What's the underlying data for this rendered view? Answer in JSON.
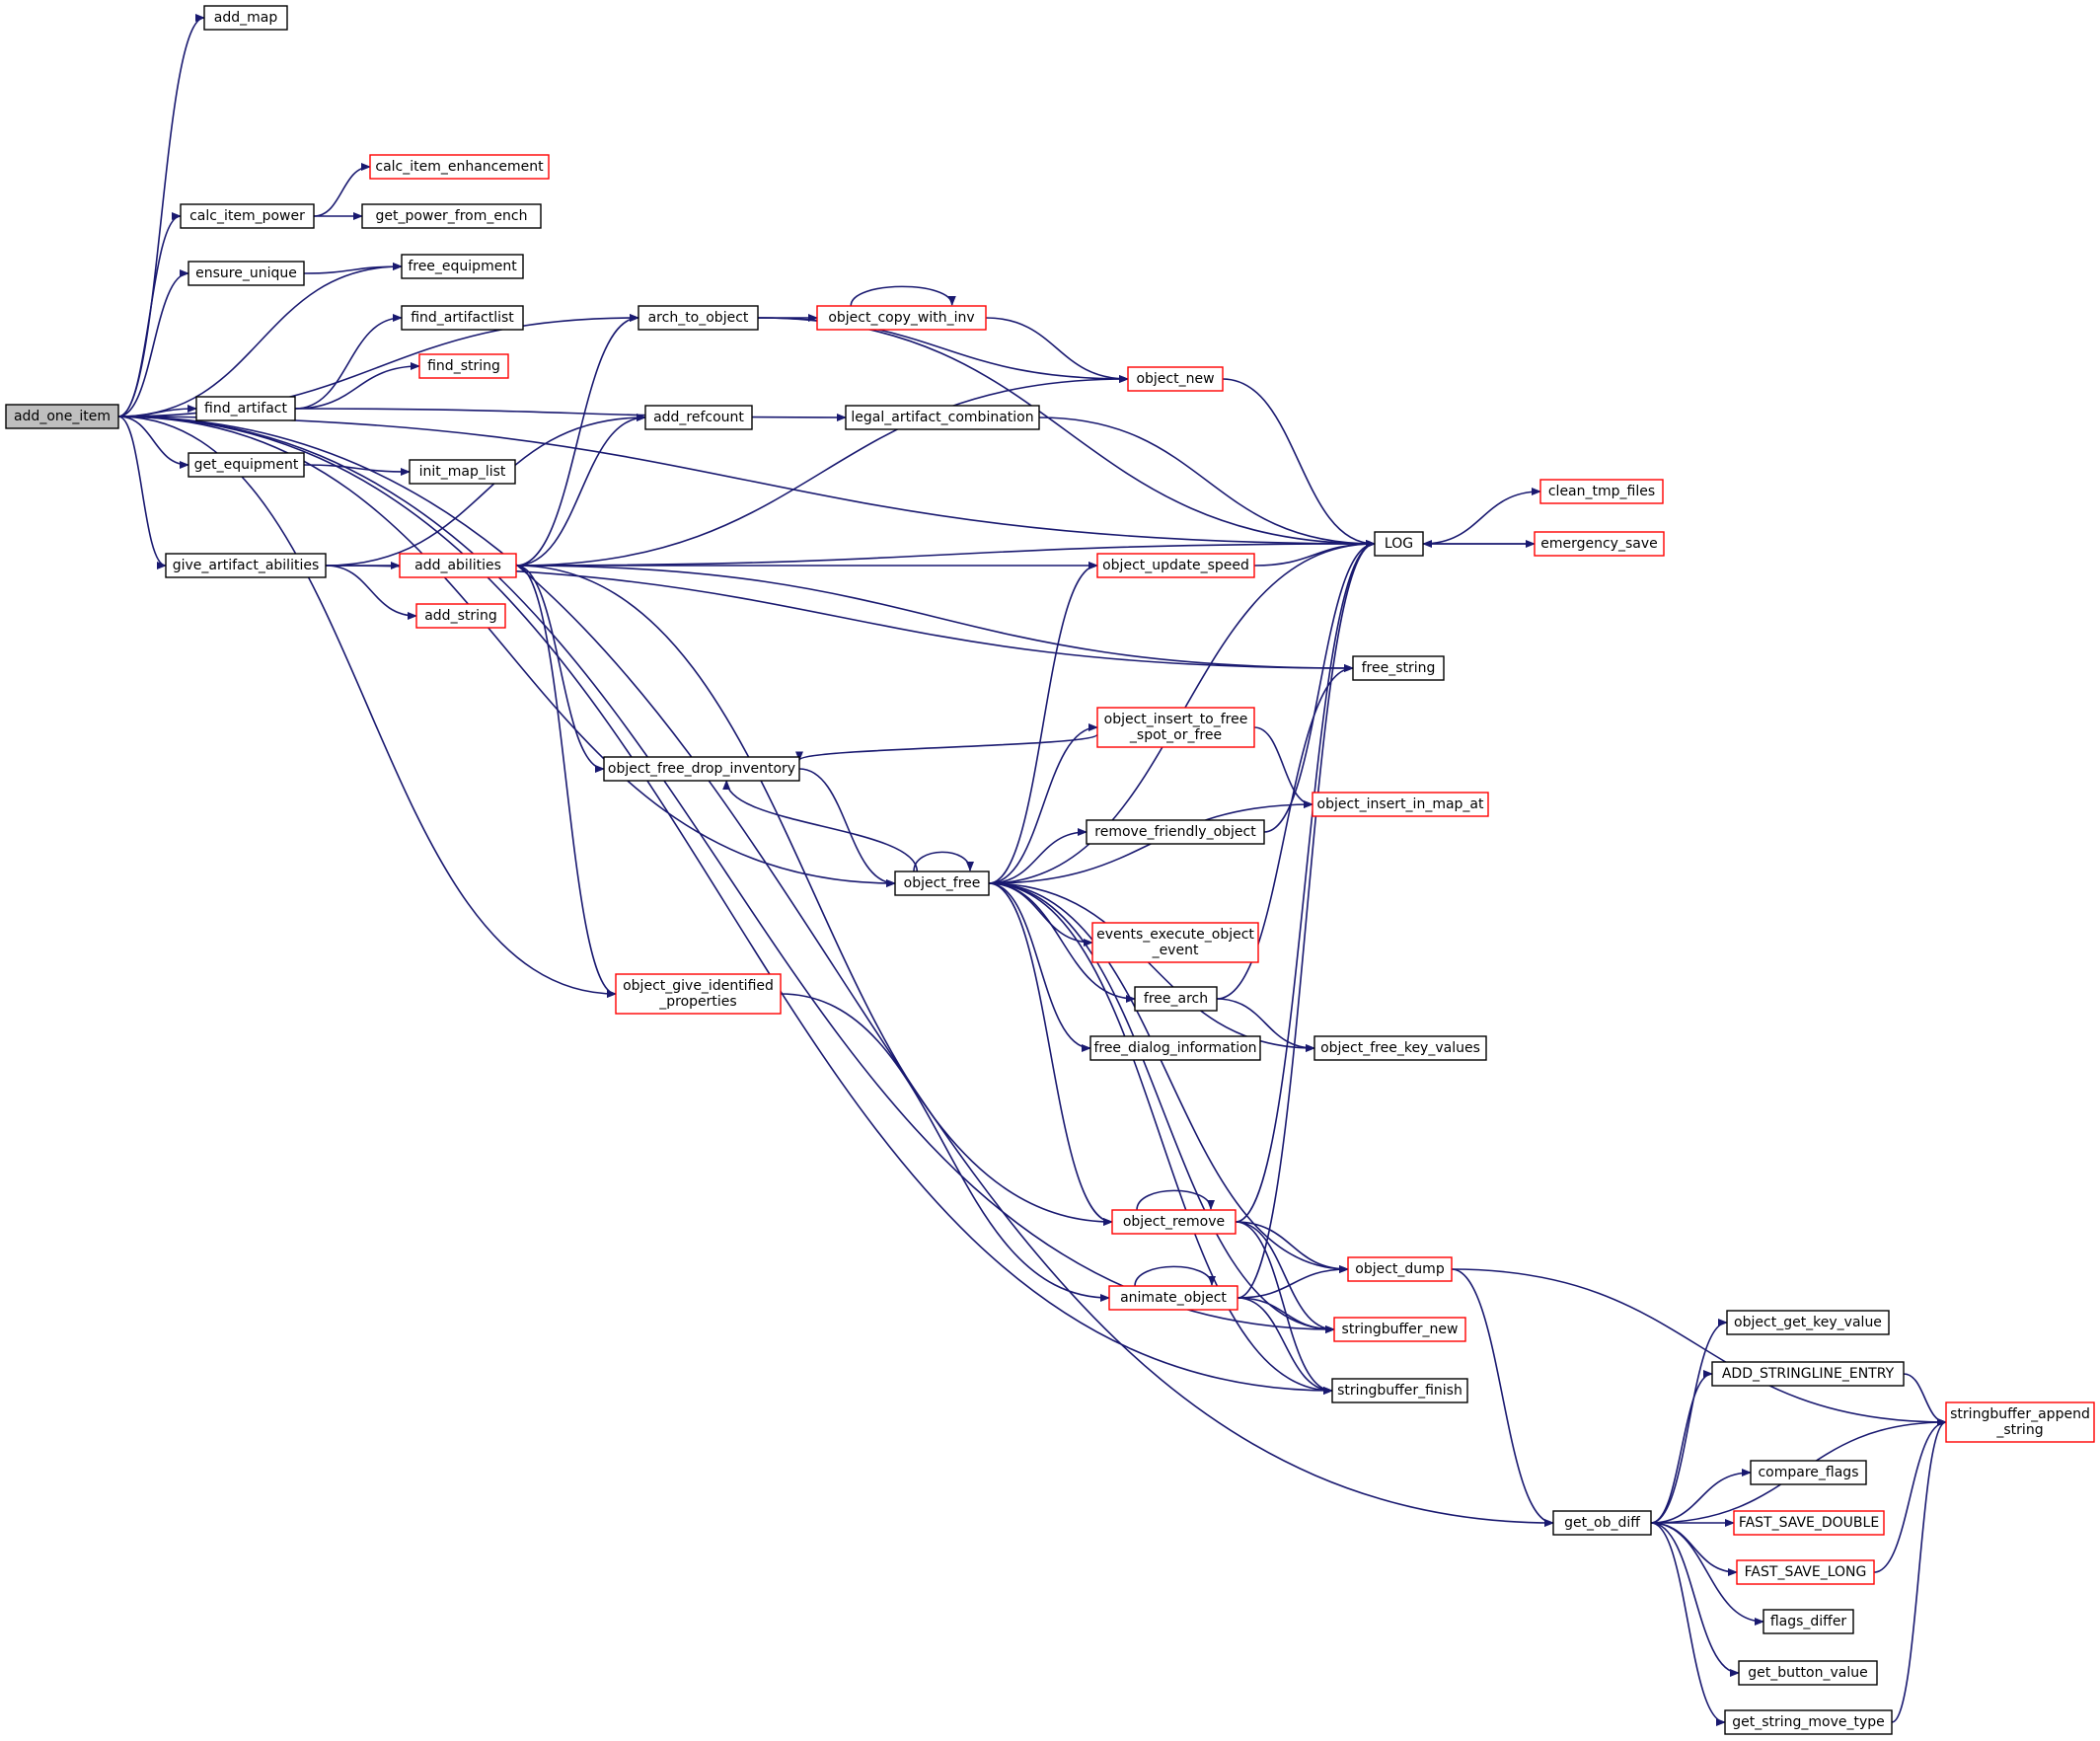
{
  "diagram": {
    "type": "call-graph",
    "colors": {
      "edge": "#191970",
      "root_fill": "#bfbfbf",
      "normal_border": "#000000",
      "truncated_border": "#ff0000"
    },
    "nodes": [
      {
        "id": "add_one_item",
        "lines": [
          "add_one_item"
        ],
        "style": "root"
      },
      {
        "id": "add_map",
        "lines": [
          "add_map"
        ],
        "style": "normal"
      },
      {
        "id": "calc_item_enhancement",
        "lines": [
          "calc_item_enhancement"
        ],
        "style": "red"
      },
      {
        "id": "calc_item_power",
        "lines": [
          "calc_item_power"
        ],
        "style": "normal"
      },
      {
        "id": "get_power_from_ench",
        "lines": [
          "get_power_from_ench"
        ],
        "style": "normal"
      },
      {
        "id": "ensure_unique",
        "lines": [
          "ensure_unique"
        ],
        "style": "normal"
      },
      {
        "id": "free_equipment",
        "lines": [
          "free_equipment"
        ],
        "style": "normal"
      },
      {
        "id": "find_artifactlist",
        "lines": [
          "find_artifactlist"
        ],
        "style": "normal"
      },
      {
        "id": "find_string",
        "lines": [
          "find_string"
        ],
        "style": "red"
      },
      {
        "id": "find_artifact",
        "lines": [
          "find_artifact"
        ],
        "style": "normal"
      },
      {
        "id": "get_equipment",
        "lines": [
          "get_equipment"
        ],
        "style": "normal"
      },
      {
        "id": "init_map_list",
        "lines": [
          "init_map_list"
        ],
        "style": "normal"
      },
      {
        "id": "give_artifact_abilities",
        "lines": [
          "give_artifact_abilities"
        ],
        "style": "normal"
      },
      {
        "id": "add_abilities",
        "lines": [
          "add_abilities"
        ],
        "style": "red"
      },
      {
        "id": "add_string",
        "lines": [
          "add_string"
        ],
        "style": "red"
      },
      {
        "id": "add_refcount",
        "lines": [
          "add_refcount"
        ],
        "style": "normal"
      },
      {
        "id": "arch_to_object",
        "lines": [
          "arch_to_object"
        ],
        "style": "normal"
      },
      {
        "id": "object_copy_with_inv",
        "lines": [
          "object_copy_with_inv"
        ],
        "style": "red"
      },
      {
        "id": "object_new",
        "lines": [
          "object_new"
        ],
        "style": "red"
      },
      {
        "id": "legal_artifact_combination",
        "lines": [
          "legal_artifact_combination"
        ],
        "style": "normal"
      },
      {
        "id": "LOG",
        "lines": [
          "LOG"
        ],
        "style": "normal"
      },
      {
        "id": "clean_tmp_files",
        "lines": [
          "clean_tmp_files"
        ],
        "style": "red"
      },
      {
        "id": "emergency_save",
        "lines": [
          "emergency_save"
        ],
        "style": "red"
      },
      {
        "id": "object_update_speed",
        "lines": [
          "object_update_speed"
        ],
        "style": "red"
      },
      {
        "id": "free_string",
        "lines": [
          "free_string"
        ],
        "style": "normal"
      },
      {
        "id": "object_insert_to_free_spot_or_free",
        "lines": [
          "object_insert_to_free",
          "_spot_or_free"
        ],
        "style": "red"
      },
      {
        "id": "object_free_drop_inventory",
        "lines": [
          "object_free_drop_inventory"
        ],
        "style": "normal"
      },
      {
        "id": "object_insert_in_map_at",
        "lines": [
          "object_insert_in_map_at"
        ],
        "style": "red"
      },
      {
        "id": "remove_friendly_object",
        "lines": [
          "remove_friendly_object"
        ],
        "style": "normal"
      },
      {
        "id": "object_free",
        "lines": [
          "object_free"
        ],
        "style": "normal"
      },
      {
        "id": "events_execute_object_event",
        "lines": [
          "events_execute_object",
          "_event"
        ],
        "style": "red"
      },
      {
        "id": "free_arch",
        "lines": [
          "free_arch"
        ],
        "style": "normal"
      },
      {
        "id": "free_dialog_information",
        "lines": [
          "free_dialog_information"
        ],
        "style": "normal"
      },
      {
        "id": "object_free_key_values",
        "lines": [
          "object_free_key_values"
        ],
        "style": "normal"
      },
      {
        "id": "object_give_identified_properties",
        "lines": [
          "object_give_identified",
          "_properties"
        ],
        "style": "red"
      },
      {
        "id": "object_remove",
        "lines": [
          "object_remove"
        ],
        "style": "red"
      },
      {
        "id": "object_dump",
        "lines": [
          "object_dump"
        ],
        "style": "red"
      },
      {
        "id": "animate_object",
        "lines": [
          "animate_object"
        ],
        "style": "red"
      },
      {
        "id": "stringbuffer_new",
        "lines": [
          "stringbuffer_new"
        ],
        "style": "red"
      },
      {
        "id": "stringbuffer_finish",
        "lines": [
          "stringbuffer_finish"
        ],
        "style": "normal"
      },
      {
        "id": "object_get_key_value",
        "lines": [
          "object_get_key_value"
        ],
        "style": "normal"
      },
      {
        "id": "ADD_STRINGLINE_ENTRY",
        "lines": [
          "ADD_STRINGLINE_ENTRY"
        ],
        "style": "normal"
      },
      {
        "id": "stringbuffer_append_string",
        "lines": [
          "stringbuffer_append",
          "_string"
        ],
        "style": "red"
      },
      {
        "id": "compare_flags",
        "lines": [
          "compare_flags"
        ],
        "style": "normal"
      },
      {
        "id": "get_ob_diff",
        "lines": [
          "get_ob_diff"
        ],
        "style": "normal"
      },
      {
        "id": "FAST_SAVE_DOUBLE",
        "lines": [
          "FAST_SAVE_DOUBLE"
        ],
        "style": "red"
      },
      {
        "id": "FAST_SAVE_LONG",
        "lines": [
          "FAST_SAVE_LONG"
        ],
        "style": "red"
      },
      {
        "id": "flags_differ",
        "lines": [
          "flags_differ"
        ],
        "style": "normal"
      },
      {
        "id": "get_button_value",
        "lines": [
          "get_button_value"
        ],
        "style": "normal"
      },
      {
        "id": "get_string_move_type",
        "lines": [
          "get_string_move_type"
        ],
        "style": "normal"
      }
    ],
    "edges": [
      [
        "add_one_item",
        "add_map"
      ],
      [
        "add_one_item",
        "LOG"
      ],
      [
        "add_one_item",
        "arch_to_object"
      ],
      [
        "add_one_item",
        "calc_item_power"
      ],
      [
        "add_one_item",
        "ensure_unique"
      ],
      [
        "add_one_item",
        "free_equipment"
      ],
      [
        "add_one_item",
        "find_artifact"
      ],
      [
        "add_one_item",
        "get_equipment"
      ],
      [
        "add_one_item",
        "give_artifact_abilities"
      ],
      [
        "add_one_item",
        "object_free"
      ],
      [
        "add_one_item",
        "object_give_identified_properties"
      ],
      [
        "add_one_item",
        "stringbuffer_new"
      ],
      [
        "add_one_item",
        "stringbuffer_finish"
      ],
      [
        "add_one_item",
        "get_ob_diff"
      ],
      [
        "calc_item_power",
        "calc_item_enhancement"
      ],
      [
        "calc_item_power",
        "get_power_from_ench"
      ],
      [
        "ensure_unique",
        "free_equipment"
      ],
      [
        "find_artifact",
        "find_artifactlist"
      ],
      [
        "find_artifact",
        "find_string"
      ],
      [
        "find_artifact",
        "legal_artifact_combination"
      ],
      [
        "get_equipment",
        "init_map_list"
      ],
      [
        "give_artifact_abilities",
        "add_refcount"
      ],
      [
        "give_artifact_abilities",
        "add_abilities"
      ],
      [
        "give_artifact_abilities",
        "add_string"
      ],
      [
        "give_artifact_abilities",
        "free_string"
      ],
      [
        "add_abilities",
        "arch_to_object"
      ],
      [
        "add_abilities",
        "add_refcount"
      ],
      [
        "add_abilities",
        "object_new"
      ],
      [
        "add_abilities",
        "LOG"
      ],
      [
        "add_abilities",
        "object_update_speed"
      ],
      [
        "add_abilities",
        "free_string"
      ],
      [
        "add_abilities",
        "object_free_drop_inventory"
      ],
      [
        "add_abilities",
        "object_give_identified_properties"
      ],
      [
        "add_abilities",
        "object_remove"
      ],
      [
        "arch_to_object",
        "LOG"
      ],
      [
        "arch_to_object",
        "object_copy_with_inv"
      ],
      [
        "arch_to_object",
        "object_new"
      ],
      [
        "object_copy_with_inv",
        "object_copy_with_inv"
      ],
      [
        "object_copy_with_inv",
        "object_new"
      ],
      [
        "object_new",
        "LOG"
      ],
      [
        "legal_artifact_combination",
        "LOG"
      ],
      [
        "LOG",
        "clean_tmp_files"
      ],
      [
        "LOG",
        "emergency_save"
      ],
      [
        "emergency_save",
        "LOG"
      ],
      [
        "object_update_speed",
        "LOG"
      ],
      [
        "object_insert_to_free_spot_or_free",
        "object_free_drop_inventory"
      ],
      [
        "object_insert_to_free_spot_or_free",
        "object_insert_in_map_at"
      ],
      [
        "object_free_drop_inventory",
        "object_free"
      ],
      [
        "object_free",
        "object_free_drop_inventory"
      ],
      [
        "object_free",
        "object_free"
      ],
      [
        "object_free",
        "object_update_speed"
      ],
      [
        "object_free",
        "LOG"
      ],
      [
        "object_free",
        "object_insert_to_free_spot_or_free"
      ],
      [
        "object_free",
        "remove_friendly_object"
      ],
      [
        "object_free",
        "object_insert_in_map_at"
      ],
      [
        "object_free",
        "events_execute_object_event"
      ],
      [
        "object_free",
        "free_arch"
      ],
      [
        "object_free",
        "free_dialog_information"
      ],
      [
        "object_free",
        "object_free_key_values"
      ],
      [
        "object_free",
        "object_remove"
      ],
      [
        "object_free",
        "object_dump"
      ],
      [
        "object_free",
        "stringbuffer_new"
      ],
      [
        "object_free",
        "stringbuffer_finish"
      ],
      [
        "remove_friendly_object",
        "LOG"
      ],
      [
        "free_arch",
        "free_string"
      ],
      [
        "free_arch",
        "object_free_key_values"
      ],
      [
        "object_give_identified_properties",
        "animate_object"
      ],
      [
        "object_remove",
        "object_remove"
      ],
      [
        "object_remove",
        "LOG"
      ],
      [
        "object_remove",
        "object_dump"
      ],
      [
        "object_remove",
        "stringbuffer_new"
      ],
      [
        "object_remove",
        "stringbuffer_finish"
      ],
      [
        "animate_object",
        "animate_object"
      ],
      [
        "animate_object",
        "LOG"
      ],
      [
        "animate_object",
        "object_dump"
      ],
      [
        "animate_object",
        "stringbuffer_new"
      ],
      [
        "animate_object",
        "stringbuffer_finish"
      ],
      [
        "object_dump",
        "stringbuffer_append_string"
      ],
      [
        "object_dump",
        "get_ob_diff"
      ],
      [
        "get_ob_diff",
        "object_get_key_value"
      ],
      [
        "get_ob_diff",
        "ADD_STRINGLINE_ENTRY"
      ],
      [
        "get_ob_diff",
        "stringbuffer_append_string"
      ],
      [
        "get_ob_diff",
        "compare_flags"
      ],
      [
        "get_ob_diff",
        "FAST_SAVE_DOUBLE"
      ],
      [
        "get_ob_diff",
        "FAST_SAVE_LONG"
      ],
      [
        "get_ob_diff",
        "flags_differ"
      ],
      [
        "get_ob_diff",
        "get_button_value"
      ],
      [
        "get_ob_diff",
        "get_string_move_type"
      ],
      [
        "ADD_STRINGLINE_ENTRY",
        "stringbuffer_append_string"
      ],
      [
        "FAST_SAVE_LONG",
        "stringbuffer_append_string"
      ],
      [
        "get_string_move_type",
        "stringbuffer_append_string"
      ]
    ]
  }
}
